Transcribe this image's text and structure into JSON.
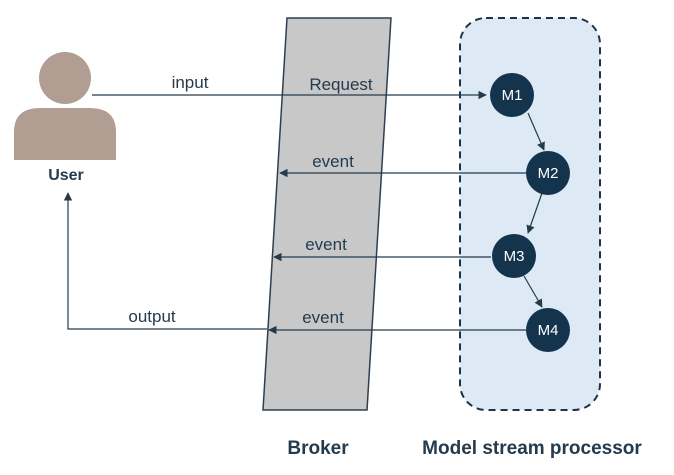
{
  "user": {
    "label": "User",
    "color": "#b29d92"
  },
  "broker": {
    "label": "Broker",
    "fill": "#c8c8c8",
    "stroke": "#2f3f4f"
  },
  "processor": {
    "label": "Model stream processor",
    "fill": "#ddeaf6",
    "nodes": [
      {
        "id": "m1",
        "label": "M1"
      },
      {
        "id": "m2",
        "label": "M2"
      },
      {
        "id": "m3",
        "label": "M3"
      },
      {
        "id": "m4",
        "label": "M4"
      }
    ],
    "node_color": "#14344e"
  },
  "edges": {
    "input": "input",
    "request": "Request",
    "event_1": "event",
    "event_2": "event",
    "event_3": "event",
    "output": "output"
  },
  "line_color": "#243b4e"
}
